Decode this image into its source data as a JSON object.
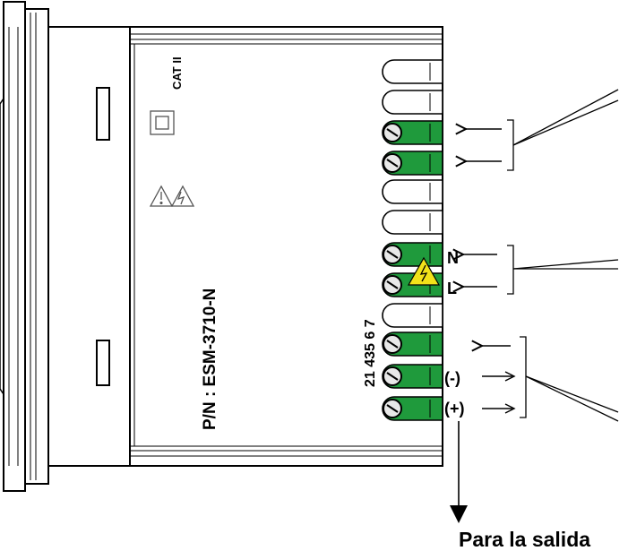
{
  "device": {
    "part_number": "P/N : ESM-3710-N",
    "category_mark": "CAT II",
    "terminal_numbers": "21 435 6 7"
  },
  "terminals": {
    "neutral": "N",
    "line": "L",
    "negative": "(-)",
    "positive": "(+)"
  },
  "output_caption": "Para la salida",
  "colors": {
    "terminal_green": "#1f9a3c",
    "warning_yellow": "#f2e21a",
    "outline": "#000000"
  }
}
